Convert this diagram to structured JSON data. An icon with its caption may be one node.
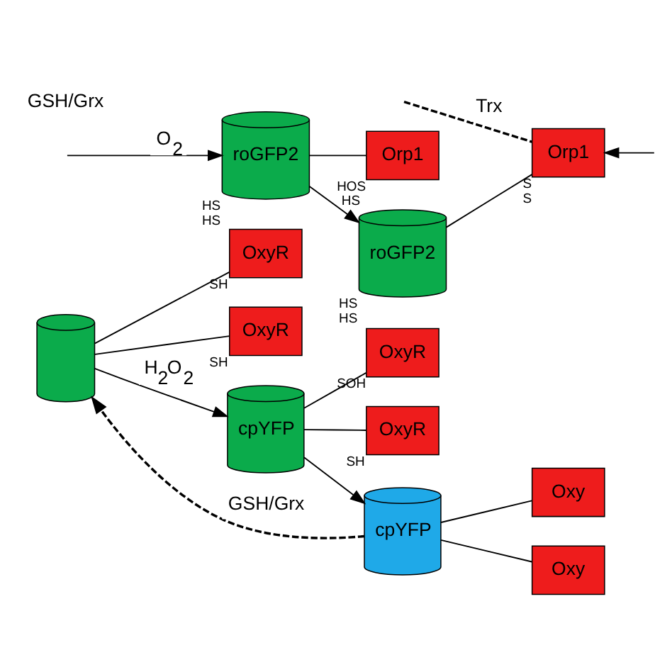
{
  "diagram": {
    "nodes": [
      {
        "text": [],
        "shape": "cylinder"
      },
      {
        "text": [
          "OxyR"
        ],
        "beside": [
          "SH"
        ]
      },
      {
        "text": [
          "OxyR"
        ],
        "beside": [
          "SH"
        ]
      },
      {
        "text": [
          "cpYFP"
        ]
      },
      {
        "text": [
          "OxyR"
        ],
        "beside": [
          "SOH"
        ]
      },
      {
        "text": [
          "OxyR"
        ],
        "beside": [
          "SH"
        ]
      },
      {
        "text": [
          "cpYFP"
        ]
      },
      {
        "text": [
          "Oxy"
        ]
      },
      {
        "text": [
          "Oxy"
        ]
      },
      {
        "text": [
          "roGFP2"
        ],
        "beside": [
          "HS",
          "HS"
        ]
      },
      {
        "text": [
          "Orp1"
        ],
        "beside": [
          "HOS",
          "HS"
        ]
      },
      {
        "text": [
          "roGFP2"
        ],
        "beside": [
          "HS",
          "HS"
        ]
      },
      {
        "text": [
          "Orp1"
        ],
        "beside": [
          "S",
          "S"
        ]
      }
    ],
    "edges": [
      {
        "from": 0,
        "to": 1,
        "arrow": "none"
      },
      {
        "from": 0,
        "to": 2,
        "arrow": "none"
      },
      {
        "from": 0,
        "to": 3,
        "arrow": "to",
        "label": "H$_{2}$O$_{2}$"
      },
      {
        "from": 3,
        "to": 4,
        "arrow": "none"
      },
      {
        "from": 3,
        "to": 5,
        "arrow": "none"
      },
      {
        "from": 3,
        "to": 6,
        "arrow": "to"
      },
      {
        "from": 6,
        "to": 7,
        "arrow": "none"
      },
      {
        "from": 6,
        "to": 8,
        "arrow": "none"
      },
      {
        "from": 6,
        "to": 0,
        "arrow": "to",
        "label": "GSH/Grx",
        "style": "dashed"
      },
      {
        "from": null,
        "to": 9,
        "arrow": "to",
        "label": "O$_{2}$"
      },
      {
        "from": 9,
        "to": 10,
        "arrow": "none"
      },
      {
        "from": 9,
        "to": 11,
        "arrow": "to"
      },
      {
        "from": 11,
        "to": 12,
        "arrow": "none"
      },
      {
        "from": 12,
        "to": null,
        "arrow": "none",
        "label": "Trx",
        "style": "dashed"
      },
      {
        "from": null,
        "to": 12,
        "arrow": "to"
      }
    ],
    "labels": [
      "GSH/Grx"
    ]
  }
}
